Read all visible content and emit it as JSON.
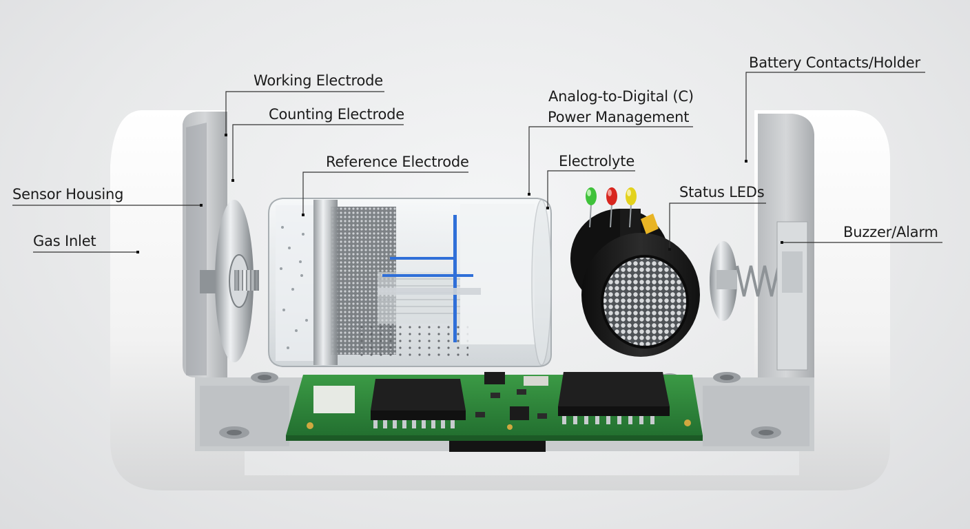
{
  "labels": {
    "working_electrode": "Working Electrode",
    "counting_electrode": "Counting Electrode",
    "reference_electrode": "Reference Electrode",
    "sensor_housing": "Sensor Housing",
    "gas_inlet": "Gas Inlet",
    "adc": "Analog-to-Digital (C)",
    "power_management": "Power Management",
    "electrolyte": "Electrolyte",
    "status_leds": "Status LEDs",
    "battery_contacts": "Battery Contacts/Holder",
    "buzzer_alarm": "Buzzer/Alarm"
  },
  "colors": {
    "housing": "#f4f4f4",
    "pcb": "#2f8a3a",
    "chip": "#1f1f1f",
    "led_green": "#3fc23a",
    "led_red": "#d8261f",
    "led_yellow": "#e3d21c",
    "electrode_blue": "#2f6fd8",
    "capacitor": "#e8b425",
    "leader_line": "#333333"
  }
}
